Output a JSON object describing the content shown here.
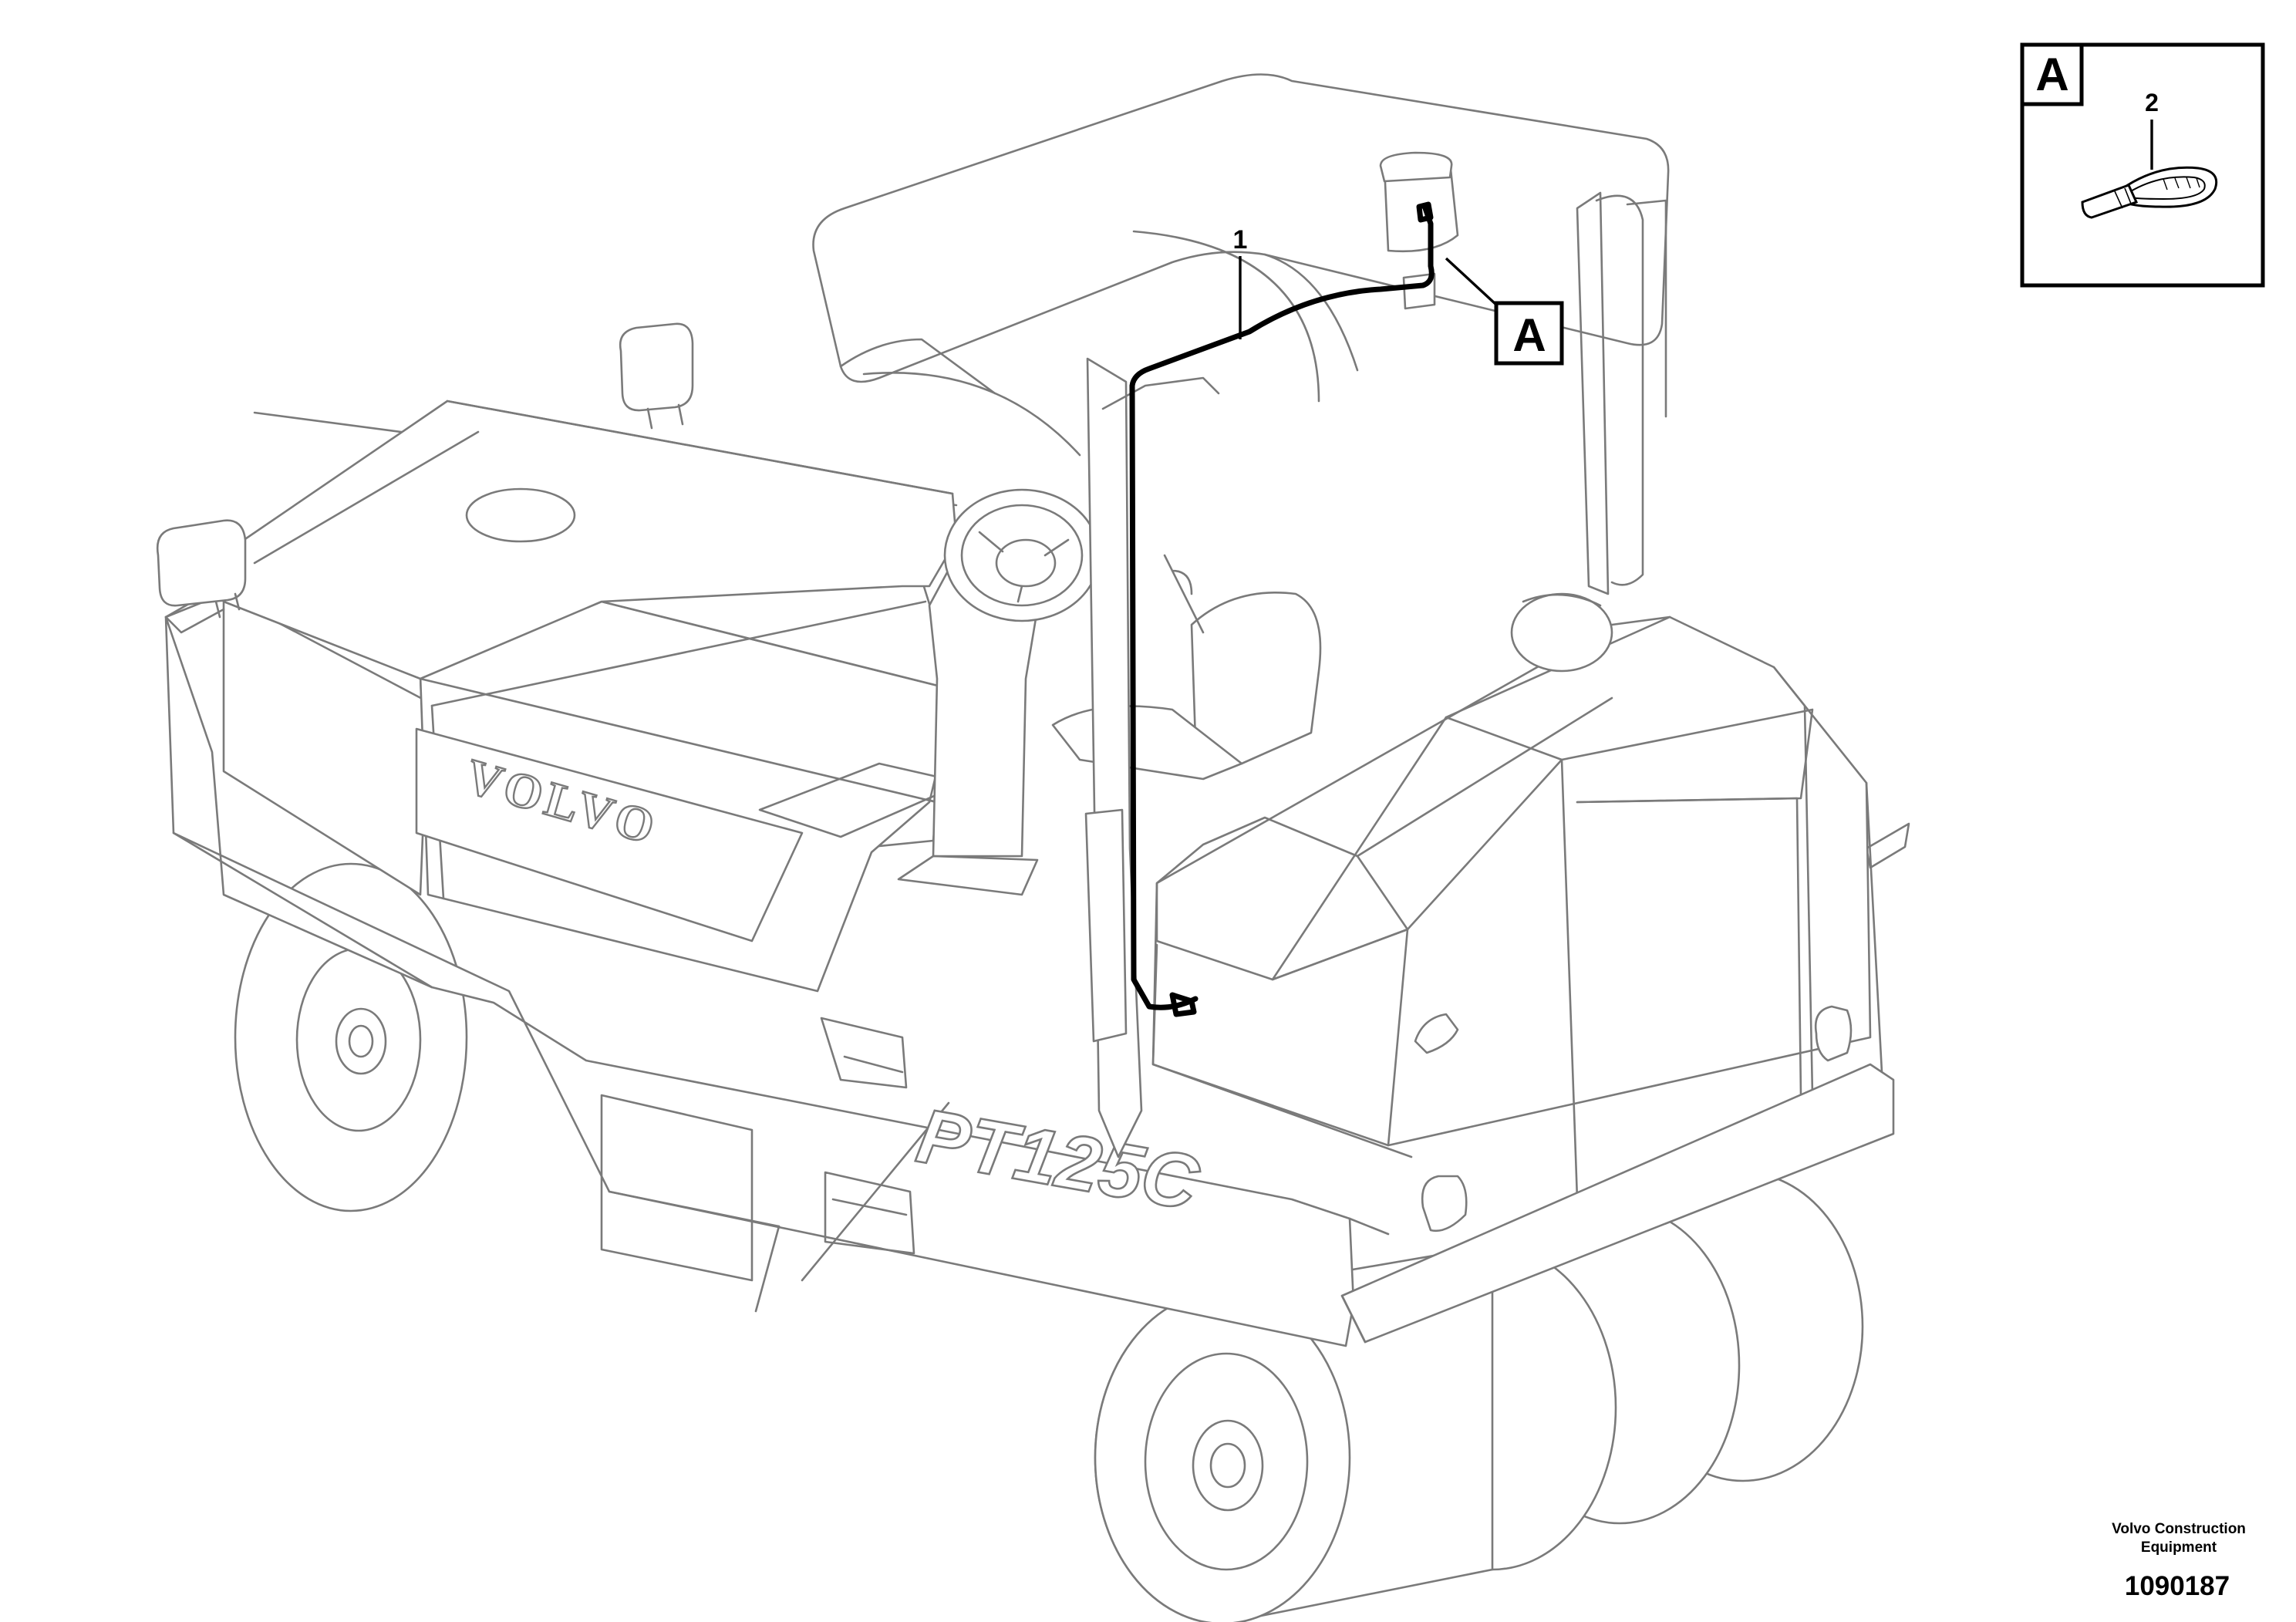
{
  "machine": {
    "brand_text": "VOLVO",
    "model_text": "PT125C"
  },
  "callouts": {
    "part_1": "1",
    "part_2": "2",
    "detail_ref": "A",
    "detail_title": "A"
  },
  "footer": {
    "company_line1": "Volvo Construction",
    "company_line2": "Equipment",
    "drawing_number": "1090187"
  }
}
